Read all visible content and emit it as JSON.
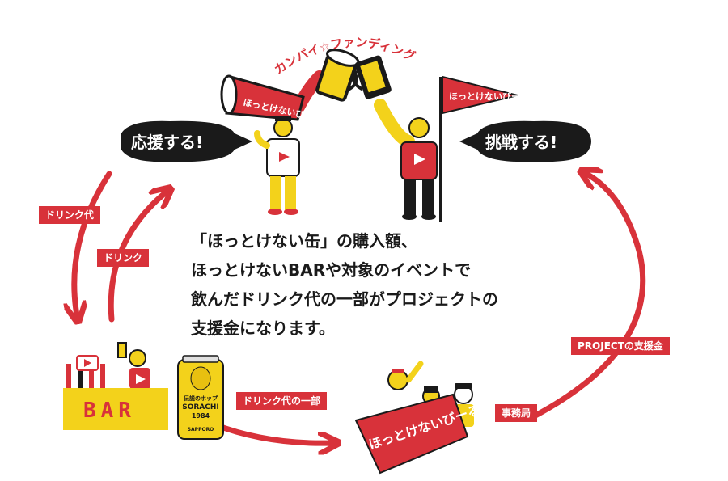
{
  "title_arc": "カンパイ☆ファンディング",
  "bubbles": {
    "support": "応援する!",
    "challenge": "挑戦する!"
  },
  "megaphone_label": "ほっとけないびーる",
  "pennant_small_label": "ほっとけないびーる",
  "pennant_large_label": "ほっとけないびーる",
  "bar_label": "BAR",
  "can": {
    "line1": "伝説のホップ",
    "line2": "SORACHI",
    "line3": "1984",
    "brand": "SAPPORO"
  },
  "flow_labels": {
    "drink_fee": "ドリンク代",
    "drink": "ドリンク",
    "drink_fee_part": "ドリンク代の一部",
    "secretariat": "事務局",
    "project_support": "PROJECTの支援金"
  },
  "main_text": {
    "line1": "「ほっとけない缶」の購入額、",
    "line2": "ほっとけないBARや対象のイベントで",
    "line3": "飲んだドリンク代の一部がプロジェクトの",
    "line4": "支援金になります。"
  },
  "colors": {
    "accent_red": "#d8323a",
    "beer_yellow": "#f3d21b",
    "ink": "#1a1a1a"
  }
}
